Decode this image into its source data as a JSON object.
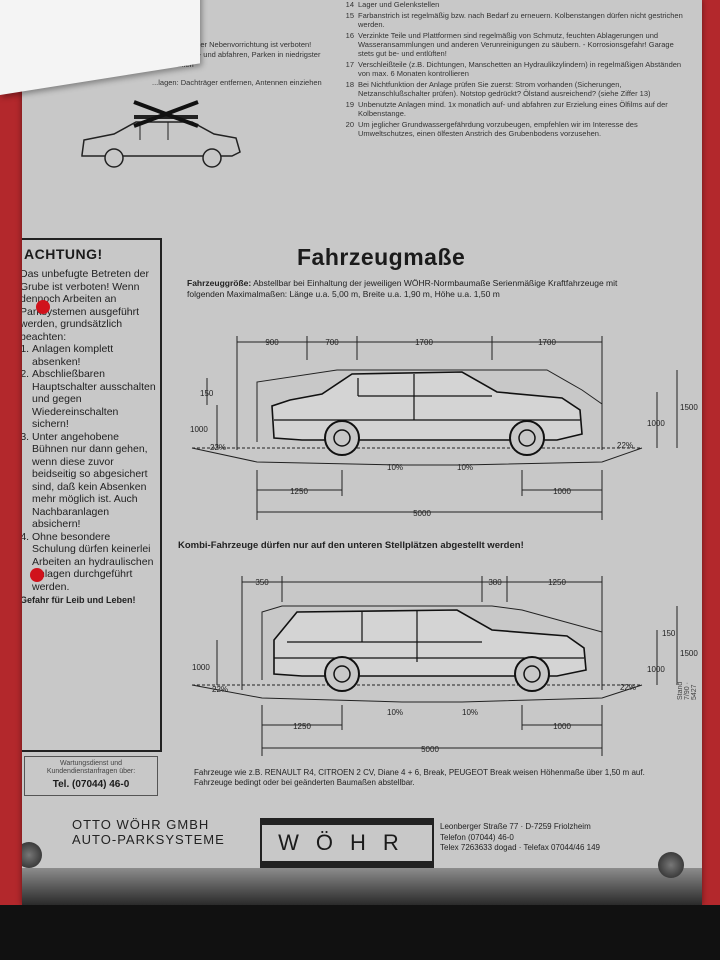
{
  "top": {
    "left_lines": [
      "...s Anfahren der Nebenvorrichtung ist verboten!",
      "...Antenne auf- und abfahren, Parken in niedrigster",
      "...abnehmen",
      "...lagen: Dachträger entfernen, Antennen einziehen"
    ],
    "steps": [
      {
        "n": "14",
        "text": "Lager und Gelenkstellen"
      },
      {
        "n": "15",
        "text": "Farbanstrich ist regelmäßig bzw. nach Bedarf zu erneuern. Kolbenstangen dürfen nicht gestrichen werden."
      },
      {
        "n": "16",
        "text": "Verzinkte Teile und Plattformen sind regelmäßig von Schmutz, feuchten Ablagerungen und Wasseransammlungen und anderen Verunreinigungen zu säubern. - Korrosionsgefahr! Garage stets gut be- und entlüften!"
      },
      {
        "n": "17",
        "text": "Verschleißteile (z.B. Dichtungen, Manschetten an Hydraulikzylindern) in regelmäßigen Abständen von max. 6 Monaten kontrollieren"
      },
      {
        "n": "18",
        "text": "Bei Nichtfunktion der Anlage prüfen Sie zuerst: Strom vorhanden (Sicherungen, Netzanschlußschalter prüfen). Notstop gedrückt? Ölstand ausreichend? (siehe Ziffer 13)"
      },
      {
        "n": "19",
        "text": "Unbenutzte Anlagen mind. 1x monatlich auf- und abfahren zur Erzielung eines Ölfilms auf der Kolbenstange."
      },
      {
        "n": "20",
        "text": "Um jeglicher Grundwassergefährdung vorzubeugen, empfehlen wir im Interesse des Umweltschutzes, einen ölfesten Anstrich des Grubenbodens vorzusehen."
      }
    ]
  },
  "warning": {
    "title": "ACHTUNG!",
    "intro": "Das unbefugte Betreten der Grube ist verboten! Wenn dennoch Arbeiten an Parksystemen ausgeführt werden, grundsätzlich beachten:",
    "items": [
      "Anlagen komplett absenken!",
      "Abschließbaren Hauptschalter ausschalten und gegen Wiedereinschalten sichern!",
      "Unter angehobene Bühnen nur dann gehen, wenn diese zuvor beidseitig so abgesichert sind, daß kein Absenken mehr möglich ist. Auch Nachbaranlagen absichern!",
      "Ohne besondere Schulung dürfen keinerlei Arbeiten an hydraulischen Anlagen durchgeführt werden."
    ],
    "closing": "Gefahr für Leib und Leben!",
    "service_label": "Wartungsdienst und Kundendienstanfragen über:",
    "service_phone": "Tel. (07044) 46-0"
  },
  "main": {
    "title": "Fahrzeugmaße",
    "desc_bold": "Fahrzeuggröße:",
    "desc_rest": "Abstellbar bei Einhaltung der jeweiligen WÖHR-Normbaumaße Serienmäßige Kraftfahrzeuge mit folgenden Maximalmaßen: Länge u.a. 5,00 m, Breite u.a. 1,90 m, Höhe u.a. 1,50 m",
    "kombi_note": "Kombi-Fahrzeuge dürfen nur auf den unteren Stellplätzen abgestellt werden!",
    "footnote": "Fahrzeuge wie z.B. RENAULT R4, CITROEN 2 CV, Diane 4 + 6, Break, PEUGEOT Break weisen Höhenmaße über 1,50 m auf. Fahrzeuge bedingt oder bei geänderten Baumaßen abstellbar."
  },
  "diagram_sedan": {
    "top_dims": [
      "900",
      "700",
      "1700",
      "1700"
    ],
    "left_dims": [
      "150",
      "1000"
    ],
    "right_dims": [
      "1500",
      "1000"
    ],
    "angles": [
      "22%",
      "10%",
      "10%",
      "22%"
    ],
    "bottom_dims": [
      "1250",
      "1000"
    ],
    "total_length": "5000"
  },
  "diagram_kombi": {
    "top_dims": [
      "350",
      "380",
      "1250"
    ],
    "right_dims": [
      "150",
      "1500",
      "1000"
    ],
    "left_dims": [
      "1000"
    ],
    "angles": [
      "22%",
      "10%",
      "10%",
      "22%"
    ],
    "bottom_dims": [
      "1250",
      "1000"
    ],
    "total_length": "5000"
  },
  "company": {
    "name_line1": "OTTO WÖHR GMBH",
    "name_line2": "AUTO-PARKSYSTEME",
    "logo": "WÖHR",
    "address": "Leonberger Straße 77 · D-7259 Friolzheim",
    "phone": "Telefon (07044) 46-0",
    "telex": "Telex 7263633 dogad · Telefax 07044/46 149",
    "side_code": "Stand 7/90 · 5427"
  }
}
